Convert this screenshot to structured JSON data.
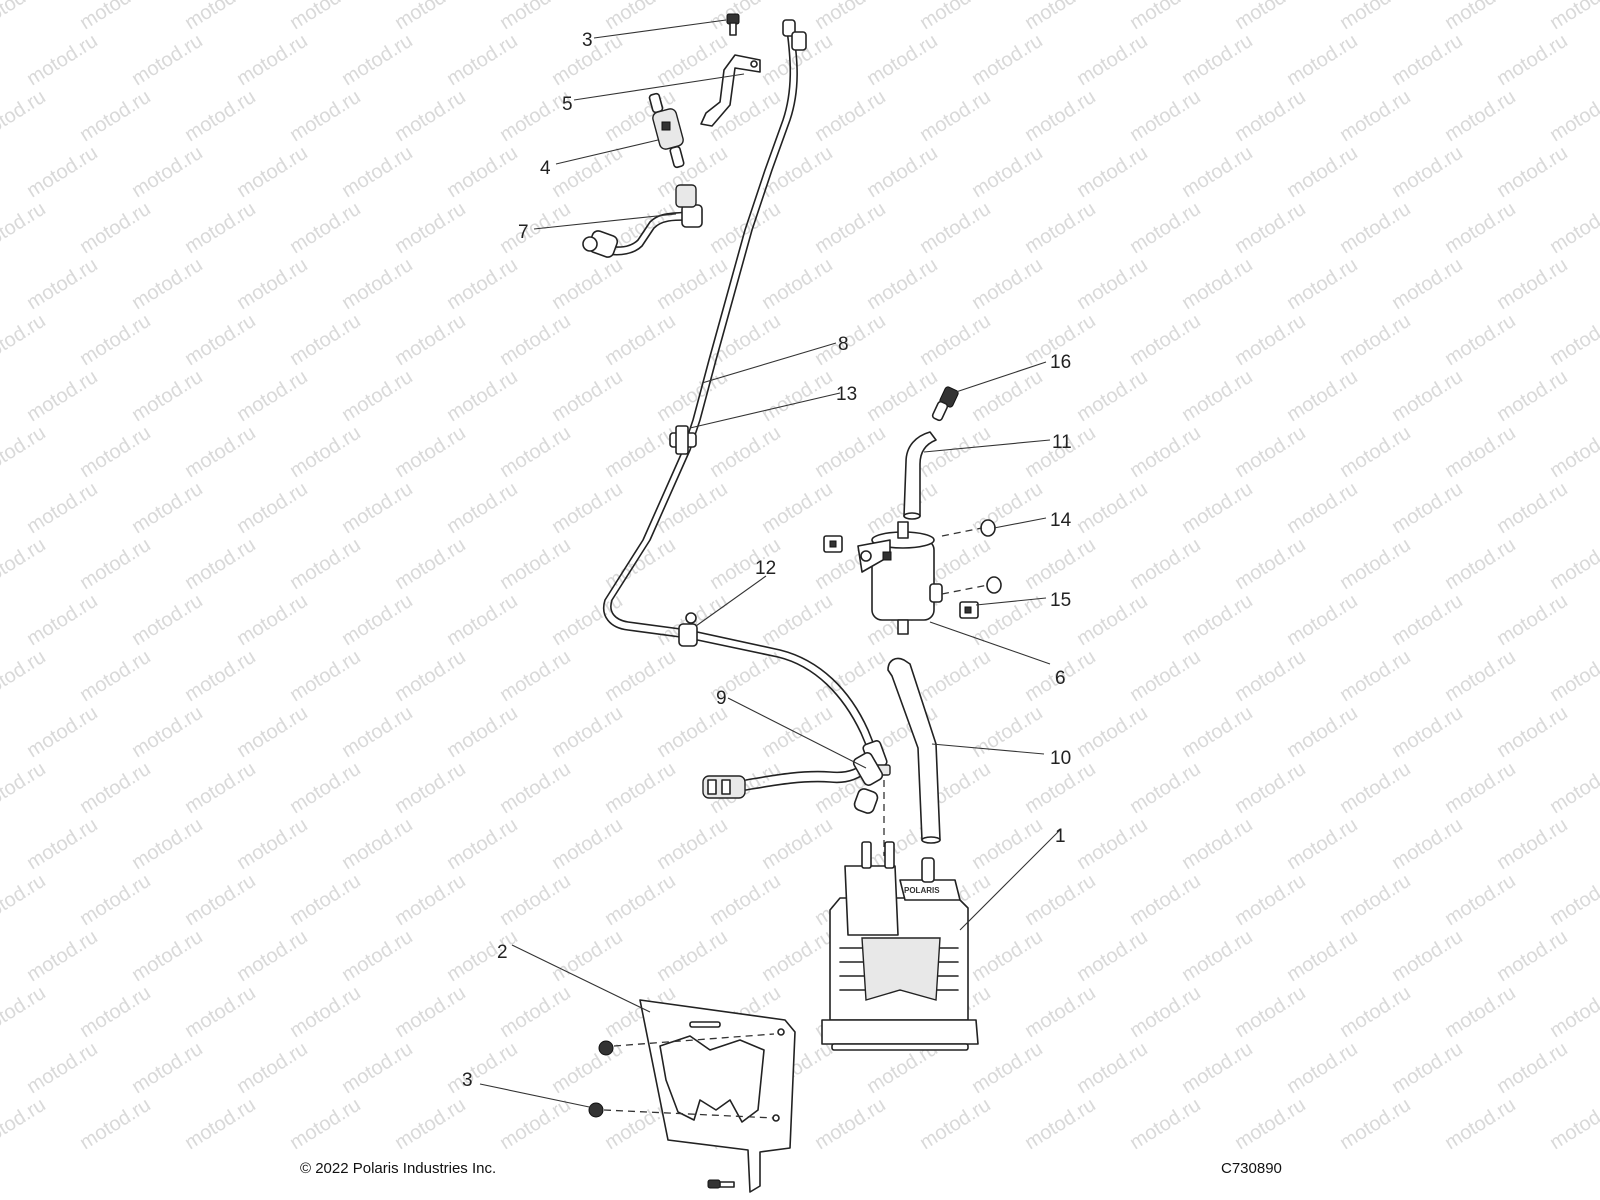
{
  "watermark_text": "motod.ru",
  "callouts": [
    "1",
    "2",
    "3",
    "3",
    "4",
    "5",
    "6",
    "7",
    "8",
    "9",
    "10",
    "11",
    "12",
    "13",
    "14",
    "15",
    "16"
  ],
  "footer": {
    "copyright": "© 2022 Polaris Industries Inc.",
    "drawing_id": "C730890"
  }
}
